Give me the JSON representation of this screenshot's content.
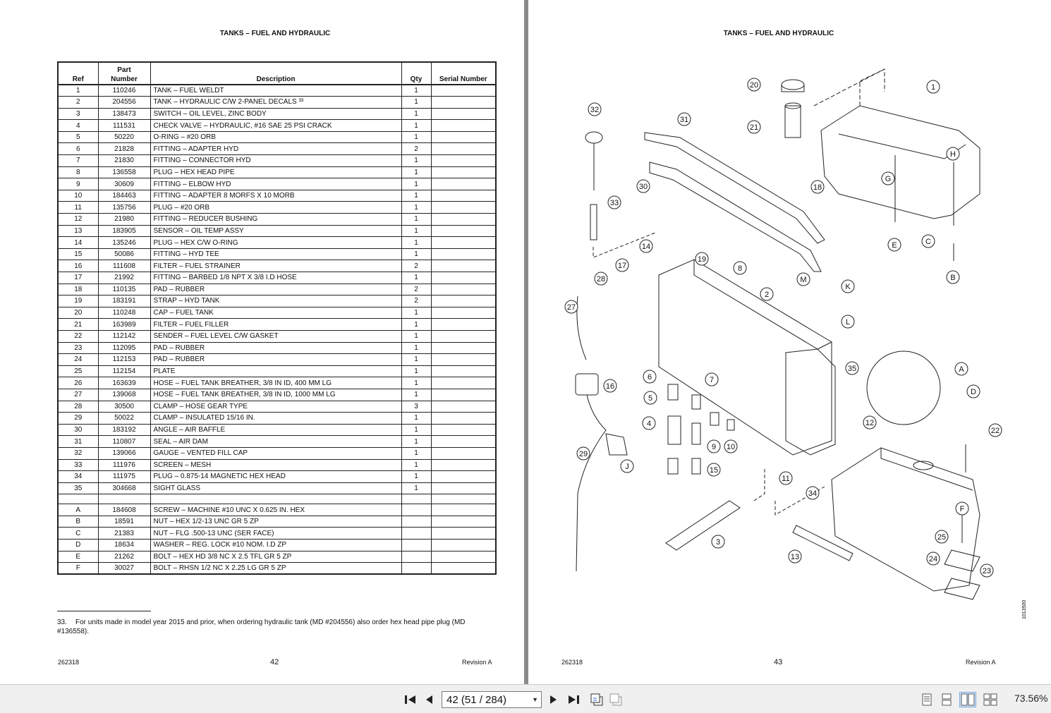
{
  "left_page": {
    "title": "TANKS – FUEL AND HYDRAULIC",
    "columns": [
      "Ref",
      "Part\nNumber",
      "Description",
      "Qty",
      "Serial Number"
    ],
    "col_ref": "Ref",
    "col_part_1": "Part",
    "col_part_2": "Number",
    "col_desc": "Description",
    "col_qty": "Qty",
    "col_serial": "Serial Number",
    "rows": [
      [
        "1",
        "110246",
        "TANK – FUEL WELDT",
        "1"
      ],
      [
        "2",
        "204556",
        "TANK – HYDRAULIC C/W 2-PANEL DECALS ³³",
        "1"
      ],
      [
        "3",
        "138473",
        "SWITCH – OIL LEVEL, ZINC BODY",
        "1"
      ],
      [
        "4",
        "111531",
        "CHECK VALVE – HYDRAULIC, #16 SAE 25 PSI CRACK",
        "1"
      ],
      [
        "5",
        "50220",
        "O-RING – #20 ORB",
        "1"
      ],
      [
        "6",
        "21828",
        "FITTING – ADAPTER HYD",
        "2"
      ],
      [
        "7",
        "21830",
        "FITTING – CONNECTOR HYD",
        "1"
      ],
      [
        "8",
        "136558",
        "PLUG – HEX HEAD PIPE",
        "1"
      ],
      [
        "9",
        "30609",
        "FITTING – ELBOW HYD",
        "1"
      ],
      [
        "10",
        "184463",
        "FITTING – ADAPTER 8 MORFS X 10 MORB",
        "1"
      ],
      [
        "11",
        "135756",
        "PLUG – #20 ORB",
        "1"
      ],
      [
        "12",
        "21980",
        "FITTING – REDUCER BUSHING",
        "1"
      ],
      [
        "13",
        "183905",
        "SENSOR – OIL TEMP ASSY",
        "1"
      ],
      [
        "14",
        "135246",
        "PLUG – HEX C/W O-RING",
        "1"
      ],
      [
        "15",
        "50086",
        "FITTING – HYD TEE",
        "1"
      ],
      [
        "16",
        "111608",
        "FILTER – FUEL STRAINER",
        "2"
      ],
      [
        "17",
        "21992",
        "FITTING – BARBED 1/8 NPT X 3/8 I.D HOSE",
        "1"
      ],
      [
        "18",
        "110135",
        "PAD – RUBBER",
        "2"
      ],
      [
        "19",
        "183191",
        "STRAP – HYD TANK",
        "2"
      ],
      [
        "20",
        "110248",
        "CAP – FUEL TANK",
        "1"
      ],
      [
        "21",
        "163989",
        "FILTER – FUEL FILLER",
        "1"
      ],
      [
        "22",
        "112142",
        "SENDER – FUEL LEVEL C/W GASKET",
        "1"
      ],
      [
        "23",
        "112095",
        "PAD – RUBBER",
        "1"
      ],
      [
        "24",
        "112153",
        "PAD – RUBBER",
        "1"
      ],
      [
        "25",
        "112154",
        "PLATE",
        "1"
      ],
      [
        "26",
        "163639",
        "HOSE – FUEL TANK BREATHER, 3/8 IN ID, 400 MM LG",
        "1"
      ],
      [
        "27",
        "139068",
        "HOSE – FUEL TANK BREATHER, 3/8 IN ID, 1000 MM LG",
        "1"
      ],
      [
        "28",
        "30500",
        "CLAMP – HOSE GEAR TYPE",
        "3"
      ],
      [
        "29",
        "50022",
        "CLAMP – INSULATED 15/16 IN.",
        "1"
      ],
      [
        "30",
        "183192",
        "ANGLE – AIR BAFFLE",
        "1"
      ],
      [
        "31",
        "110807",
        "SEAL – AIR DAM",
        "1"
      ],
      [
        "32",
        "139066",
        "GAUGE – VENTED FILL CAP",
        "1"
      ],
      [
        "33",
        "111976",
        "SCREEN – MESH",
        "1"
      ],
      [
        "34",
        "111975",
        "PLUG – 0.875-14 MAGNETIC HEX HEAD",
        "1"
      ],
      [
        "35",
        "304668",
        "SIGHT GLASS",
        "1"
      ]
    ],
    "hardware_rows": [
      [
        "A",
        "184608",
        "SCREW – MACHINE #10 UNC X 0.625 IN. HEX",
        ""
      ],
      [
        "B",
        "18591",
        "NUT – HEX 1/2-13 UNC GR 5 ZP",
        ""
      ],
      [
        "C",
        "21383",
        "NUT – FLG .500-13 UNC (SER FACE)",
        ""
      ],
      [
        "D",
        "18634",
        "WASHER – REG. LOCK #10 NOM. I.D ZP",
        ""
      ],
      [
        "E",
        "21262",
        "BOLT – HEX HD 3/8 NC X 2.5 TFL GR 5 ZP",
        ""
      ],
      [
        "F",
        "30027",
        "BOLT – RHSN 1/2 NC X 2.25 LG GR 5 ZP",
        ""
      ]
    ],
    "footnote_num": "33.",
    "footnote_text": "For units made in model year 2015 and prior, when ordering hydraulic tank (MD #204556) also order hex head pipe plug (MD #136558).",
    "doc_number": "262318",
    "page_number": "42",
    "revision": "Revision A"
  },
  "right_page": {
    "title": "TANKS – FUEL AND HYDRAULIC",
    "doc_number": "262318",
    "page_number": "43",
    "revision": "Revision A",
    "drawing_id": "1013500",
    "callouts": [
      "1",
      "2",
      "3",
      "4",
      "5",
      "6",
      "7",
      "8",
      "9",
      "10",
      "11",
      "12",
      "13",
      "14",
      "15",
      "16",
      "17",
      "18",
      "19",
      "20",
      "21",
      "22",
      "23",
      "24",
      "25",
      "27",
      "28",
      "29",
      "30",
      "31",
      "32",
      "33",
      "34",
      "35",
      "A",
      "B",
      "C",
      "D",
      "E",
      "F",
      "G",
      "H",
      "J",
      "K",
      "L",
      "M"
    ]
  },
  "toolbar": {
    "first_icon": "first-page-icon",
    "prev_icon": "previous-page-icon",
    "page_select": "42 (51 / 284)",
    "next_icon": "next-page-icon",
    "last_icon": "last-page-icon",
    "back_icon": "previous-view-icon",
    "forward_icon": "next-view-icon",
    "zoom": "73.56%"
  }
}
